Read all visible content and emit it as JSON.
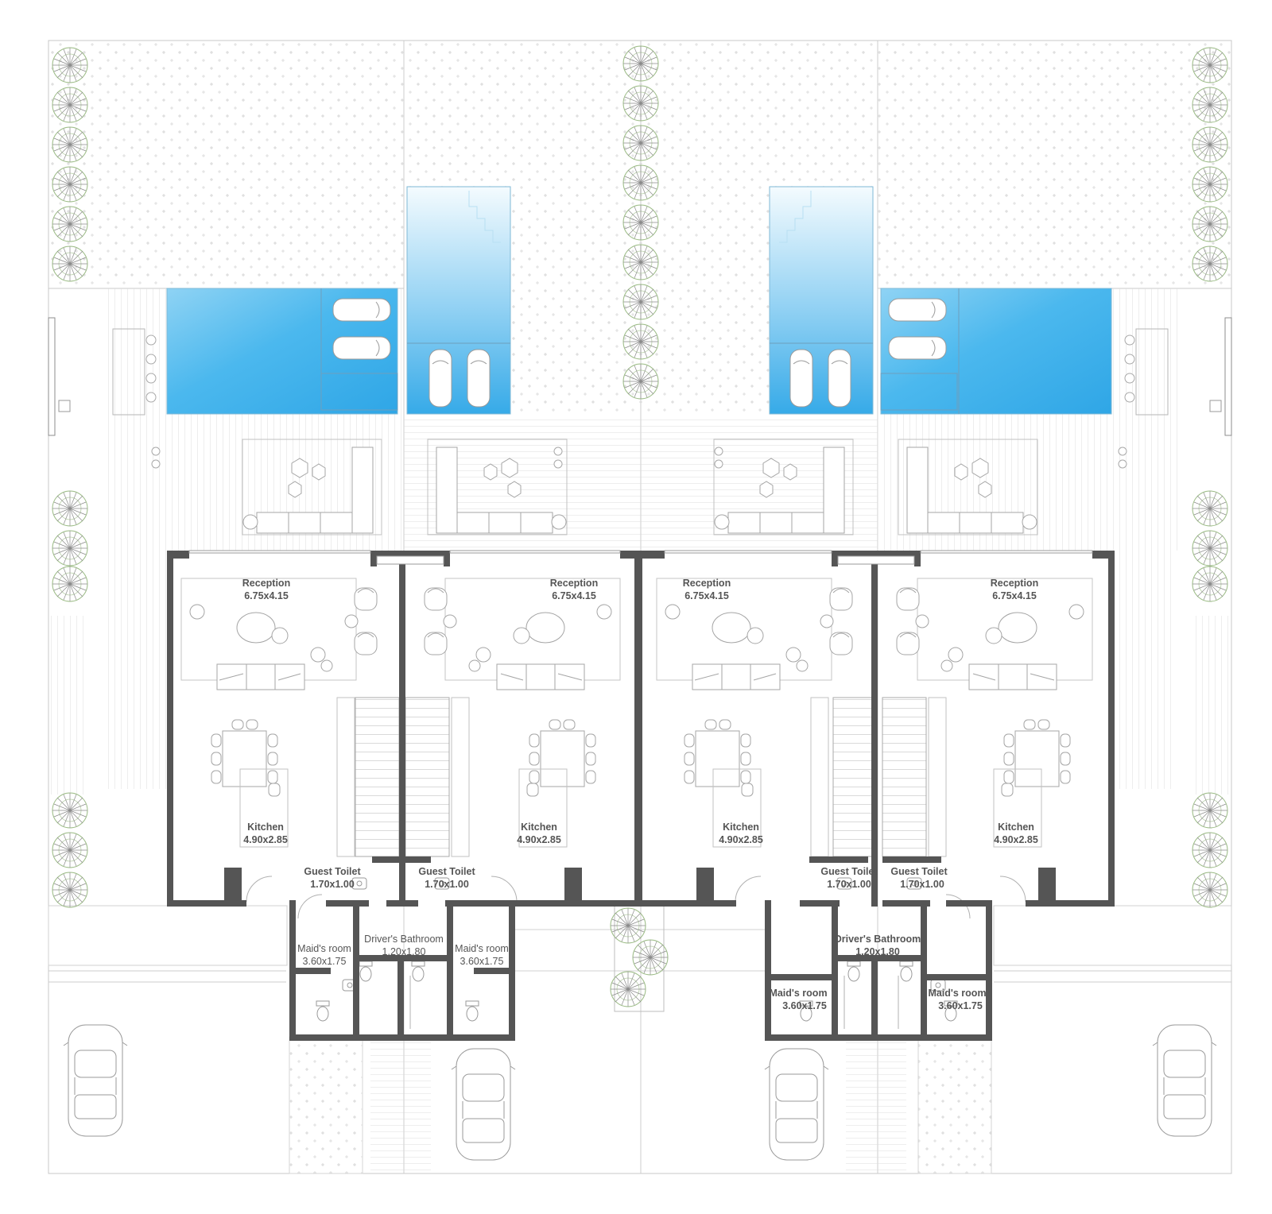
{
  "colors": {
    "wall": "#555555",
    "pool": "#3bb0ea",
    "pool_light": "#e9f7fd",
    "lawn_mark": "#c9c9c9",
    "planting": "#8fb07a",
    "label": "#555555"
  },
  "icons": [
    "tree-icon",
    "car-icon",
    "sun-lounger-icon",
    "sofa-icon",
    "armchair-icon",
    "dining-chair-icon",
    "wc-icon",
    "washbasin-icon"
  ],
  "units": [
    {
      "reception": {
        "name": "Reception",
        "size": "6.75x4.15"
      },
      "kitchen": {
        "name": "Kitchen",
        "size": "4.90x2.85"
      },
      "guest_toilet": {
        "name": "Guest Toilet",
        "size": "1.70x1.00"
      },
      "maids_room": {
        "name": "Maid's room",
        "size": "3.60x1.75"
      }
    },
    {
      "reception": {
        "name": "Reception",
        "size": "6.75x4.15"
      },
      "kitchen": {
        "name": "Kitchen",
        "size": "4.90x2.85"
      },
      "guest_toilet": {
        "name": "Guest Toilet",
        "size": "1.70x1.00"
      },
      "maids_room": {
        "name": "Maid's room",
        "size": "3.60x1.75"
      }
    },
    {
      "reception": {
        "name": "Reception",
        "size": "6.75x4.15"
      },
      "kitchen": {
        "name": "Kitchen",
        "size": "4.90x2.85"
      },
      "guest_toilet": {
        "name": "Guest Toilet",
        "size": "1.70x1.00"
      },
      "maids_room": {
        "name": "Maid's room",
        "size": "3.60x1.75"
      }
    },
    {
      "reception": {
        "name": "Reception",
        "size": "6.75x4.15"
      },
      "kitchen": {
        "name": "Kitchen",
        "size": "4.90x2.85"
      },
      "guest_toilet": {
        "name": "Guest Toilet",
        "size": "1.70x1.00"
      },
      "maids_room": {
        "name": "Maid's room",
        "size": "3.60x1.75"
      }
    }
  ],
  "drivers_bathrooms": [
    {
      "name": "Driver's Bathroom",
      "size": "1.20x1.80"
    },
    {
      "name": "Driver's Bathroom",
      "size": "1.20x1.80"
    }
  ]
}
